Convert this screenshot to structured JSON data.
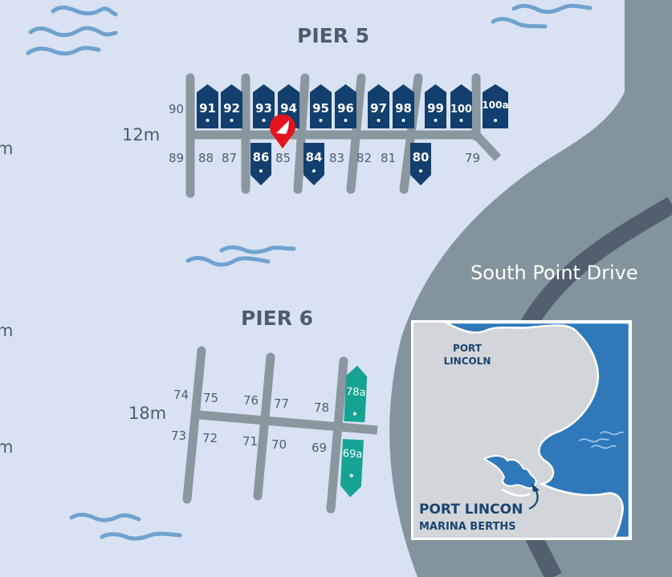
{
  "colors": {
    "water": "#d9e2f2",
    "land": "#84949c",
    "road": "#52606e",
    "pontoon": "#8a979e",
    "berth_primary": "#123f6d",
    "berth_secondary": "#16a394",
    "wave": "#6fa2cf",
    "label": "#4d5d70",
    "marker": "#e2141e",
    "inset_land": "#d2d6da",
    "inset_water": "#2f79bb",
    "inset_text": "#1b4470"
  },
  "road_label": "South Point Drive",
  "edge_depth_labels": [
    "m",
    "m",
    "m"
  ],
  "pier5": {
    "title": "PIER 5",
    "depth": "12m",
    "booked_berths_top": [
      "91",
      "92",
      "93",
      "94",
      "95",
      "96",
      "97",
      "98",
      "99",
      "100",
      "100a"
    ],
    "booked_berths_bottom": [
      "86",
      "84",
      "80"
    ],
    "open_berths": [
      "90",
      "89",
      "88",
      "87",
      "85",
      "83",
      "82",
      "81",
      "79"
    ]
  },
  "pier6": {
    "title": "PIER 6",
    "depth": "18m",
    "open_berths": [
      "74",
      "75",
      "76",
      "77",
      "78",
      "73",
      "72",
      "71",
      "70",
      "69"
    ],
    "special_berths": [
      "78a",
      "69a"
    ]
  },
  "marker": {
    "icon": "sailboat-pin-icon",
    "berth": "85"
  },
  "inset": {
    "town_line1": "PORT",
    "town_line2": "LINCOLN",
    "title": "PORT LINCON",
    "subtitle": "MARINA BERTHS"
  }
}
